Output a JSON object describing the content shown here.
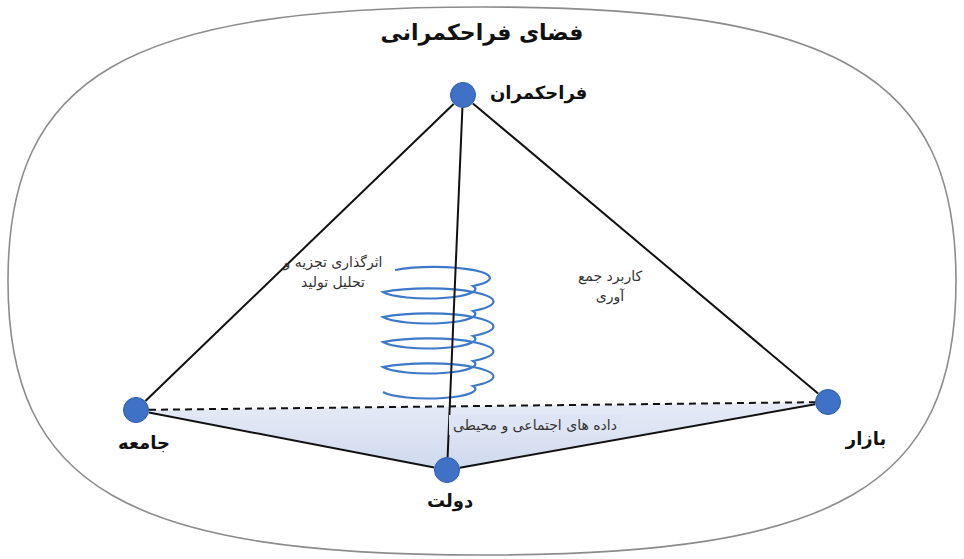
{
  "diagram": {
    "nodes": [
      {
        "text": [
          "فضای فراحکمرانی"
        ]
      },
      {
        "text": [
          "فراحکمران"
        ],
        "in": 0
      },
      {
        "text": [
          "جامعه"
        ],
        "in": 0
      },
      {
        "text": [
          "دولت"
        ],
        "in": 0
      },
      {
        "text": [
          "بازار"
        ],
        "in": 0
      }
    ],
    "edges": [
      {
        "from": 1,
        "to": 2,
        "arrow": "none"
      },
      {
        "from": 1,
        "to": 3,
        "arrow": "none"
      },
      {
        "from": 1,
        "to": 4,
        "arrow": "none"
      },
      {
        "from": 2,
        "to": 3,
        "arrow": "none"
      },
      {
        "from": 3,
        "to": 4,
        "arrow": "none"
      },
      {
        "from": 2,
        "to": 4,
        "arrow": "none"
      }
    ],
    "labels": [
      "اثرگذاری تجزیه و تحلیل تولید",
      "کاربرد جمع آوری",
      "داده های اجتماعی و محیطی"
    ]
  }
}
